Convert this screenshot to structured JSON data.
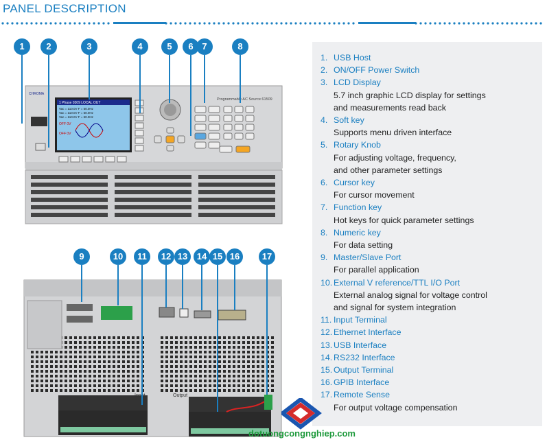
{
  "title": "PANEL DESCRIPTION",
  "callouts_front": [
    "1",
    "2",
    "3",
    "4",
    "5",
    "6",
    "7",
    "8"
  ],
  "callouts_rear": [
    "9",
    "10",
    "11",
    "12",
    "13",
    "14",
    "15",
    "16",
    "17"
  ],
  "device": {
    "brand": "CHROMA",
    "model_label": "Programmable AC Source 61509",
    "lcd_header": "1 Phase  0309  LOCAL  OUT",
    "lcd_rows": [
      "Vac = 110.0V  F = 50.0Hz",
      "Vac = 110.0V  F = 50.0Hz",
      "Vac = 110.0V  F = 50.0Hz"
    ],
    "lcd_side": [
      "OFF 0V",
      "OFF 0V"
    ],
    "rear_labels": {
      "input": "Input",
      "output": "Output"
    }
  },
  "descriptions": [
    {
      "num": "1.",
      "name": "USB Host",
      "lines": []
    },
    {
      "num": "2.",
      "name": "ON/OFF Power Switch",
      "lines": []
    },
    {
      "num": "3.",
      "name": "LCD Display",
      "lines": [
        "5.7 inch graphic LCD display for settings",
        "and measurements read back"
      ]
    },
    {
      "num": "4.",
      "name": "Soft key",
      "lines": [
        "Supports menu driven interface"
      ]
    },
    {
      "num": "5.",
      "name": "Rotary Knob",
      "lines": [
        "For adjusting voltage, frequency,",
        "and other parameter settings"
      ]
    },
    {
      "num": "6.",
      "name": "Cursor key",
      "lines": [
        "For cursor movement"
      ]
    },
    {
      "num": "7.",
      "name": "Function key",
      "lines": [
        "Hot keys for quick parameter settings"
      ]
    },
    {
      "num": "8.",
      "name": "Numeric key",
      "lines": [
        "For data setting"
      ]
    },
    {
      "num": "9.",
      "name": "Master/Slave Port",
      "lines": [
        "For parallel application"
      ]
    },
    {
      "num": "10.",
      "name": "External V reference/TTL I/O Port",
      "lines": [
        "External analog signal for voltage control",
        "and signal for system integration"
      ]
    },
    {
      "num": "11.",
      "name": "Input Terminal",
      "lines": []
    },
    {
      "num": "12.",
      "name": "Ethernet Interface",
      "lines": []
    },
    {
      "num": "13.",
      "name": "USB Interface",
      "lines": []
    },
    {
      "num": "14.",
      "name": "RS232 Interface",
      "lines": []
    },
    {
      "num": "15.",
      "name": "Output Terminal",
      "lines": []
    },
    {
      "num": "16.",
      "name": "GPIB Interface",
      "lines": []
    },
    {
      "num": "17.",
      "name": "Remote Sense",
      "lines": [
        "For output voltage compensation"
      ]
    }
  ],
  "watermark": "dotuongcongnghiep.com",
  "colors": {
    "accent": "#1a7fc1",
    "panel_bg": "#eeeff1",
    "watermark": "#1e9a3c"
  }
}
